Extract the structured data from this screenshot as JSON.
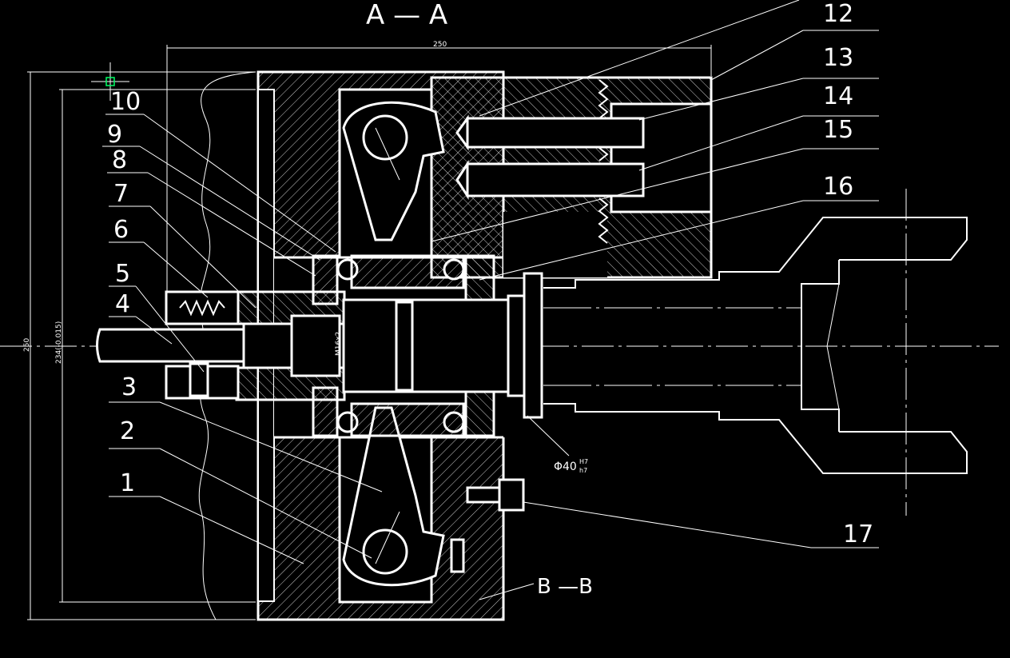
{
  "drawing": {
    "section_top": "A — A",
    "section_bottom": "B —B",
    "dim_top": "250",
    "dim_left": "250",
    "dim_left_inner": "234(-0.015)",
    "dim_thread": "M16x2",
    "dim_bore": "Φ40",
    "dim_bore_fit_top": "H7",
    "dim_bore_fit_bottom": "h7"
  },
  "part_labels": {
    "left": [
      "10",
      "9",
      "8",
      "7",
      "6",
      "5",
      "4",
      "3",
      "2",
      "1"
    ],
    "right": [
      "12",
      "13",
      "14",
      "15",
      "16",
      "17"
    ]
  },
  "colors": {
    "background": "#000000",
    "lines": "#ffffff",
    "cursor": "#00ff66"
  }
}
